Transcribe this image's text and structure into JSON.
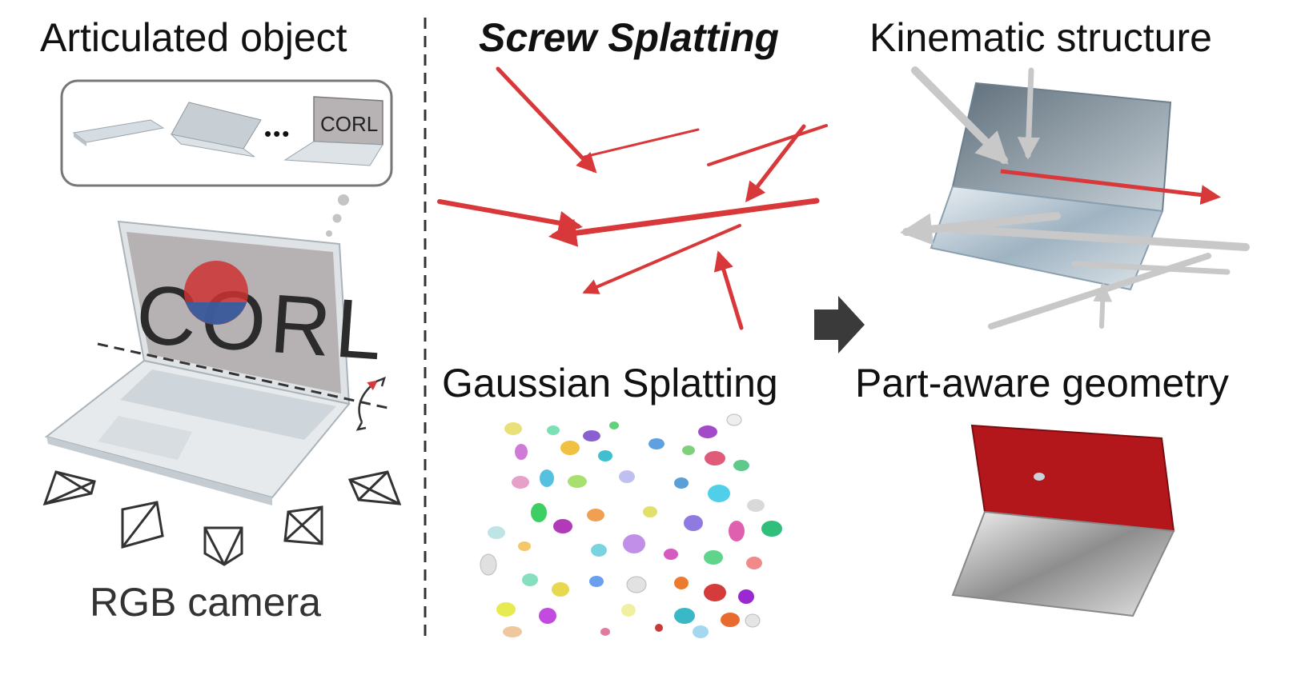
{
  "labels": {
    "articulated_object": "Articulated object",
    "screw_splatting": "Screw Splatting",
    "kinematic_structure": "Kinematic structure",
    "gaussian_splatting": "Gaussian Splatting",
    "part_aware_geometry": "Part-aware geometry",
    "rgb_camera": "RGB camera",
    "ellipsis": "•••"
  },
  "logo": {
    "text": "CORL"
  },
  "colors": {
    "screw_arrow": "#d9383a",
    "axis_arrow": "#c8c8c8",
    "part_red": "#b3171c",
    "metal": "#a9bccb",
    "flow_arrow": "#3a3a3a"
  },
  "icons": [
    "laptop-icon",
    "camera-icon",
    "flow-arrow-icon",
    "thought-bubble-icon"
  ]
}
